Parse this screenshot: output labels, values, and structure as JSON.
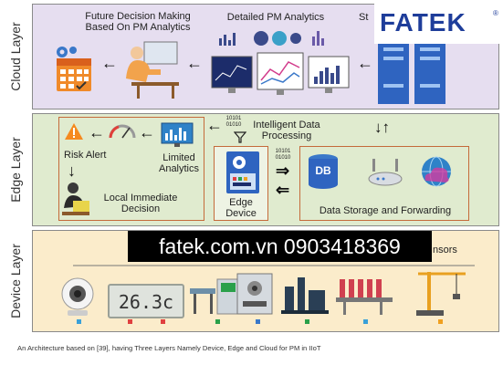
{
  "layers": {
    "cloud": "Cloud Layer",
    "edge": "Edge Layer",
    "device": "Device Layer"
  },
  "cloud": {
    "future_decision": "Future Decision Making\nBased On PM Analytics",
    "detailed_pm": "Detailed PM Analytics",
    "storage_partial": "St"
  },
  "edge": {
    "intelligent": "Intelligent Data\nProcessing",
    "risk_alert": "Risk Alert",
    "limited": "Limited\nAnalytics",
    "local_decision": "Local Immediate\nDecision",
    "edge_device": "Edge\nDevice",
    "data_storage": "Data Storage and Forwarding",
    "db": "DB",
    "binary": "10101\n01010"
  },
  "device": {
    "display_value": "26.3c",
    "sensors_partial": "nsors"
  },
  "brand": {
    "name": "FATEK",
    "reg": "®"
  },
  "banner": "fatek.com.vn 0903418369",
  "caption": "An Architecture based on [39], having Three Layers Namely Device, Edge and Cloud for PM in IIoT",
  "colors": {
    "cloud_bg": "#e6def0",
    "edge_bg": "#e0ebcf",
    "device_bg": "#fbeccb",
    "brand": "#1e3d9a"
  }
}
